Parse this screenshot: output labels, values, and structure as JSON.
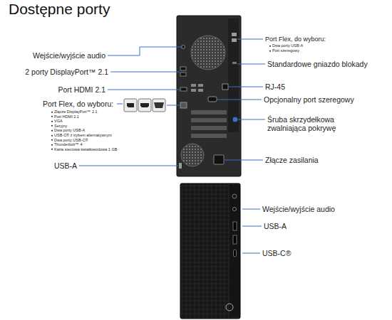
{
  "diagram": {
    "title": "Dostępne porty",
    "labels": [
      "Wejście/wyjście audio",
      "2 porty DisplayPort™ 2.1",
      "Port HDMI 2.1",
      "Port Flex, do wyboru:",
      "Złącze DisplayPort™ 2.1",
      "Port HDMI 2.1",
      "VGA",
      "Seryjny",
      "Dwa porty USB-A",
      "USB-C® z trybem alternatywnym",
      "Dwa porty USB-C®",
      "Thunderbolt™ 4",
      "Karta sieciowa światłowodowa 1 GB",
      "USB-A",
      "Port Flex, do wyboru:",
      "Dwa porty USB-A",
      "Port szeregowy",
      "Standardowe gniazdo blokady",
      "RJ-45",
      "Opcjonalny port szeregowy",
      "Śruba skrzydełkowa zwalniająca pokrywę",
      "Złącze zasilania",
      "Wejście/wyjście audio",
      "USB-A",
      "USB-C®"
    ]
  }
}
